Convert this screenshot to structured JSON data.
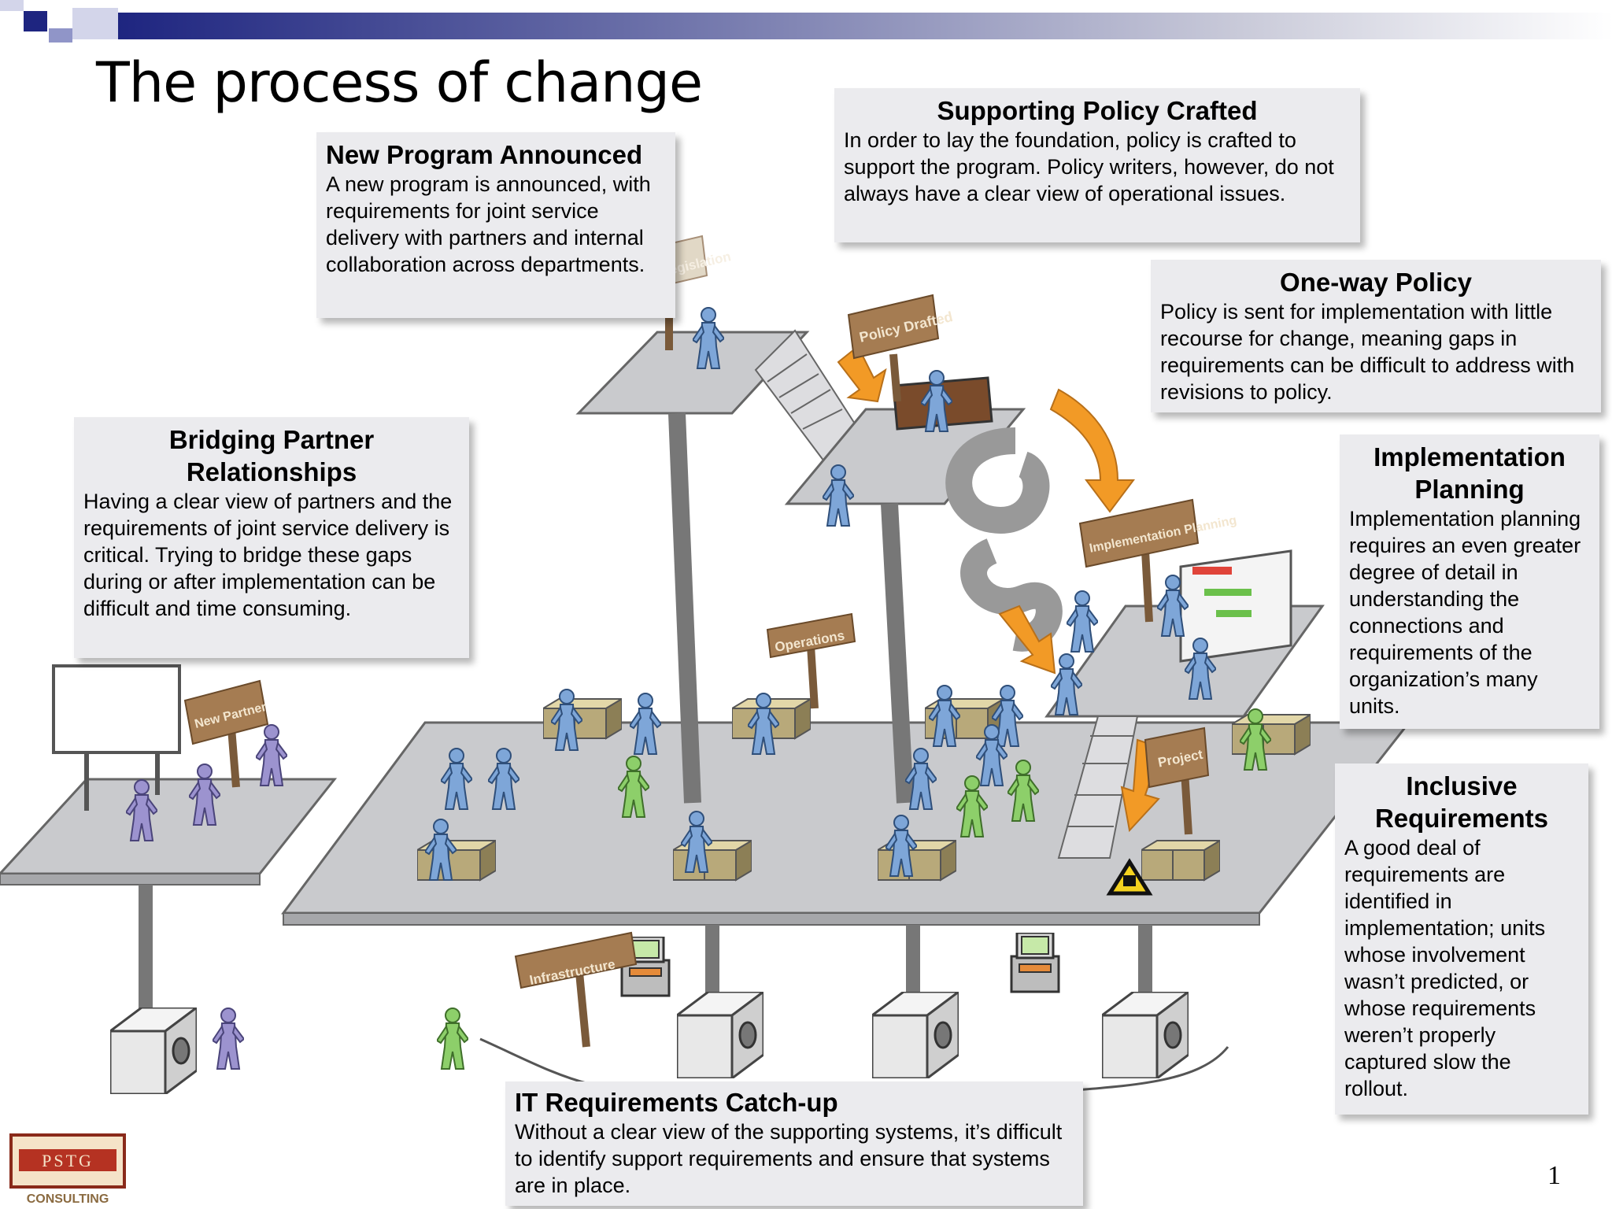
{
  "title": "The process of change",
  "page_number": "1",
  "boxes": {
    "new_program": {
      "heading": "New Program Announced",
      "body": "A new program is announced, with requirements for joint service delivery with partners and internal collaboration across departments."
    },
    "supporting_policy": {
      "heading": "Supporting Policy Crafted",
      "body": "In order to lay the foundation, policy is crafted to support the program. Policy writers, however, do not always have a clear view of operational issues."
    },
    "one_way_policy": {
      "heading": "One-way Policy",
      "body": "Policy is sent for implementation with little recourse for change, meaning gaps in requirements can be difficult to address with revisions to policy."
    },
    "bridging": {
      "heading": "Bridging Partner Relationships",
      "body": "Having a clear view of partners and the requirements of joint service delivery is critical. Trying to bridge these gaps during or after implementation can be difficult and time consuming."
    },
    "implementation_planning": {
      "heading": "Implementation Planning",
      "body": "Implementation planning requires an even greater degree of detail in understanding the connections and requirements of the organization’s many units."
    },
    "inclusive": {
      "heading": "Inclusive Requirements",
      "body": "A good deal of requirements are identified in implementation; units whose involvement wasn’t predicted, or whose requirements weren’t properly captured slow the rollout."
    },
    "it_catchup": {
      "heading": "IT Requirements Catch-up",
      "body": "Without a clear view of the supporting systems, it’s difficult to identify support requirements and ensure that systems are in place."
    }
  },
  "signs": {
    "new_legislation": "New Legislation",
    "policy_drafted": "Policy Drafted",
    "implementation_planning": "Implementation Planning",
    "operations": "Operations",
    "new_partner": "New Partner",
    "project": "Project",
    "infrastructure": "Infrastructure"
  },
  "logo": {
    "line1": "PSTG",
    "line2": "CONSULTING"
  },
  "colors": {
    "platform": "#c9cacd",
    "figure_blue": "#7ea6d8",
    "figure_green": "#8dcf6a",
    "figure_purple": "#9c93cf",
    "sign_brown": "#a57c52",
    "arrow_orange": "#f29a26",
    "box_bg": "#ebebee"
  }
}
